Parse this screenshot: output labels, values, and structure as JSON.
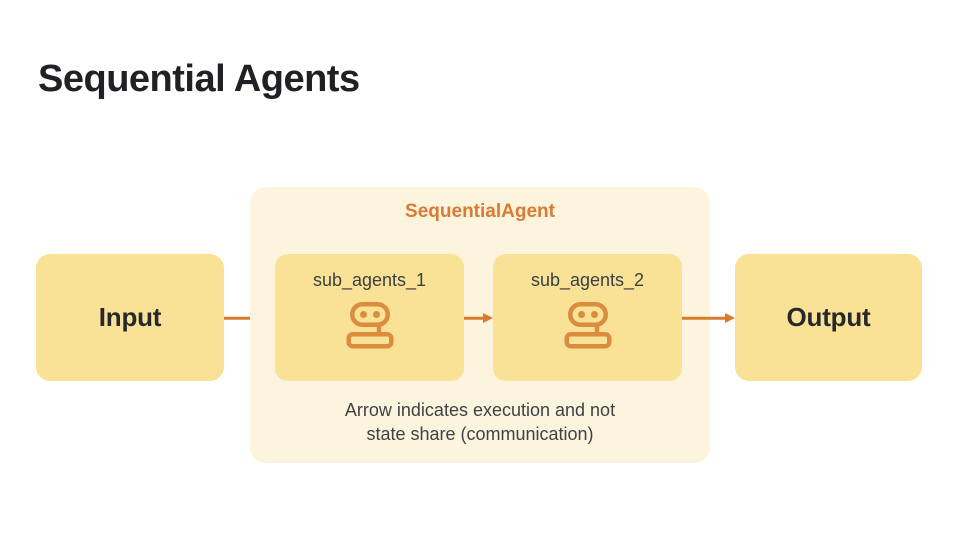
{
  "slide": {
    "title": "Sequential Agents"
  },
  "diagram": {
    "input": {
      "label": "Input"
    },
    "output": {
      "label": "Output"
    },
    "container": {
      "label": "SequentialAgent"
    },
    "sub_agents": [
      {
        "label": "sub_agents_1",
        "icon": "robot-icon"
      },
      {
        "label": "sub_agents_2",
        "icon": "robot-icon"
      }
    ],
    "caption": {
      "line1": "Arrow indicates execution and not",
      "line2": "state share (communication)"
    },
    "colors": {
      "title_text": "#202124",
      "node_fill": "#F9E196",
      "container_fill": "#FCF4DD",
      "accent_orange": "#DC7933",
      "icon_orange": "#DC8C3F",
      "arrow_orange": "#D57C2F",
      "body_text": "#3F4245"
    }
  }
}
